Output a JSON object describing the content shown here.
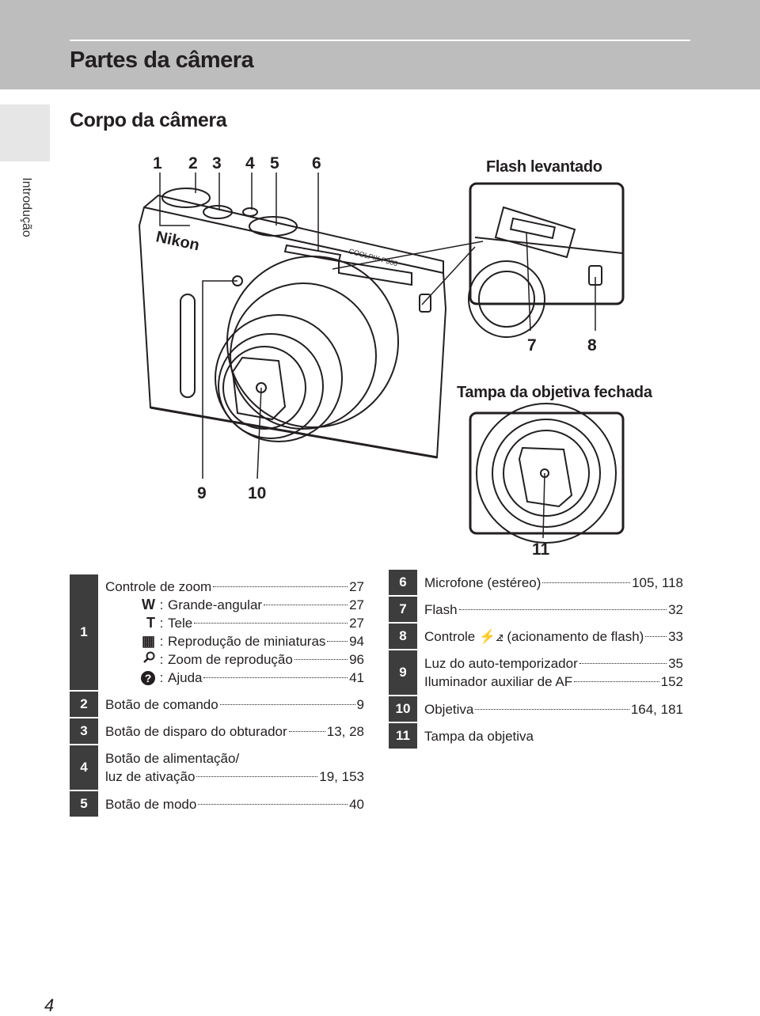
{
  "header": {
    "title": "Partes da câmera"
  },
  "side_tab": {
    "label": "Introdução"
  },
  "section": {
    "title": "Corpo da câmera"
  },
  "figures": {
    "flash_label": "Flash levantado",
    "lens_cover_label": "Tampa da objetiva fechada",
    "camera_brand": "Nikon",
    "camera_model": "COOLPIX P300",
    "callouts": [
      "1",
      "2",
      "3",
      "4",
      "5",
      "6",
      "7",
      "8",
      "9",
      "10",
      "11"
    ]
  },
  "left_table": [
    {
      "key": "1",
      "main": {
        "label": "Controle de zoom",
        "page": "27"
      },
      "subs": [
        {
          "icon": "W",
          "label": "Grande-angular",
          "page": "27"
        },
        {
          "icon": "T",
          "label": "Tele",
          "page": "27"
        },
        {
          "icon": "▦",
          "label": "Reprodução de miniaturas",
          "page": "94"
        },
        {
          "icon": "🔍",
          "label": "Zoom de reprodução",
          "page": "96"
        },
        {
          "icon": "?",
          "label": "Ajuda",
          "page": "41"
        }
      ]
    },
    {
      "key": "2",
      "label": "Botão de comando",
      "page": "9"
    },
    {
      "key": "3",
      "label": "Botão de disparo do obturador",
      "page": "13, 28"
    },
    {
      "key": "4",
      "label1": "Botão de alimentação/",
      "label2": "luz de ativação",
      "page": "19, 153"
    },
    {
      "key": "5",
      "label": "Botão de modo",
      "page": "40"
    }
  ],
  "right_table": [
    {
      "key": "6",
      "label": "Microfone (estéreo)",
      "page": "105, 118"
    },
    {
      "key": "7",
      "label": "Flash",
      "page": "32"
    },
    {
      "key": "8",
      "label": "Controle ⚡⦨ (acionamento de flash)",
      "page": "33"
    },
    {
      "key": "9",
      "label1": "Luz do auto-temporizador",
      "page1": "35",
      "label2": "Iluminador auxiliar de AF",
      "page2": "152"
    },
    {
      "key": "10",
      "label": "Objetiva",
      "page": "164, 181"
    },
    {
      "key": "11",
      "label": "Tampa da objetiva",
      "page": ""
    }
  ],
  "page_number": "4"
}
